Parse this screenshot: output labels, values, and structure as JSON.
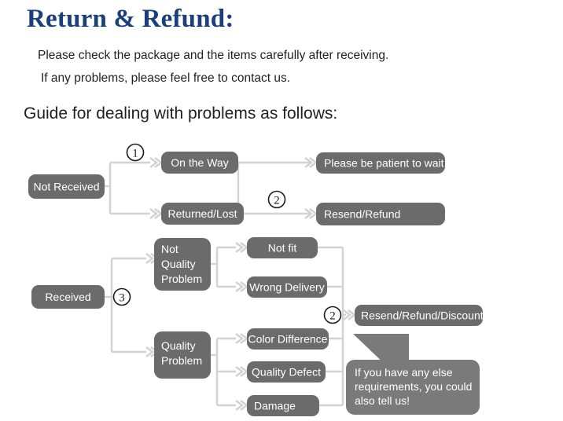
{
  "header": {
    "title": "Return & Refund:",
    "line1": "Please check the package and the items carefully after receiving.",
    "line2": "If any problems, please feel free to contact us.",
    "guide": "Guide for dealing with problems as follows:"
  },
  "colors": {
    "title": "#1b3f7c",
    "body_text": "#231f20",
    "node_fill": "#6b6b6b",
    "bubble_fill": "#7a7a7a",
    "connector": "#d2d2d2",
    "node_text": "#ffffff",
    "background": "#ffffff"
  },
  "flow": {
    "nodes": {
      "not_received": "Not Received",
      "on_the_way": "On the Way",
      "returned_lost": "Returned/Lost",
      "please_wait": "Please be patient to wait",
      "resend_refund": "Resend/Refund",
      "received": "Received",
      "not_quality_problem_l1": "Not",
      "not_quality_problem_l2": "Quality",
      "not_quality_problem_l3": "Problem",
      "not_fit": "Not fit",
      "wrong_delivery": "Wrong Delivery",
      "quality_problem_l1": "Quality",
      "quality_problem_l2": "Problem",
      "color_difference": "Color Difference",
      "quality_defect": "Quality Defect",
      "damage": "Damage",
      "resend_refund_discount": "Resend/Refund/Discount"
    },
    "markers": {
      "one": "①",
      "two_top": "②",
      "two_bottom": "②",
      "three": "③",
      "one_digit": "1",
      "two_digit": "2",
      "three_digit": "3"
    },
    "callout": {
      "line1": "If you have any else",
      "line2": "requirements, you could",
      "line3": "also tell us!"
    }
  }
}
